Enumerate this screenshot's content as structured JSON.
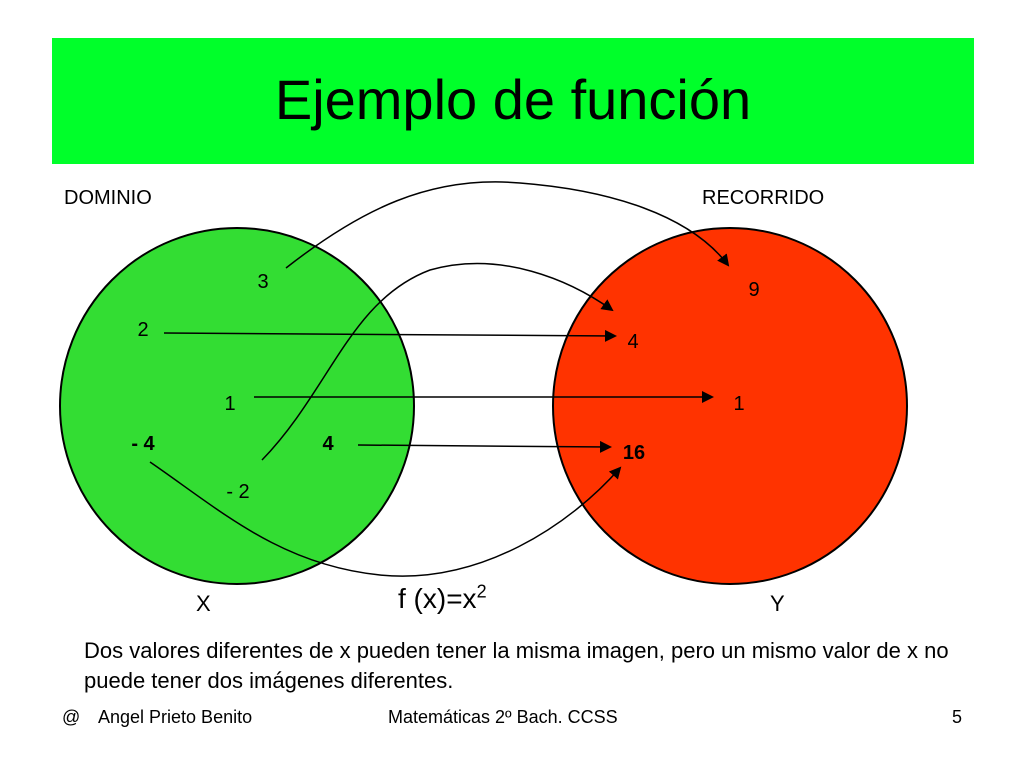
{
  "title": "Ejemplo de función",
  "domain_label": "DOMINIO",
  "range_label": "RECORRIDO",
  "set_x_label": "X",
  "set_y_label": "Y",
  "function": {
    "base": "f (x)=x",
    "exponent": "2"
  },
  "domain_values": [
    "3",
    "2",
    "1",
    "- 4",
    "4",
    "- 2"
  ],
  "range_values": [
    "9",
    "4",
    "1",
    "16"
  ],
  "note": "Dos valores diferentes de x pueden tener la misma imagen, pero un mismo valor de x no puede tener dos imágenes diferentes.",
  "footer": {
    "at": "@",
    "author": "Angel Prieto Benito",
    "course": "Matemáticas 2º Bach. CCSS",
    "page": "5"
  },
  "colors": {
    "title_bg": "#00ff2a",
    "domain_fill": "#33dd33",
    "range_fill": "#ff3300"
  }
}
